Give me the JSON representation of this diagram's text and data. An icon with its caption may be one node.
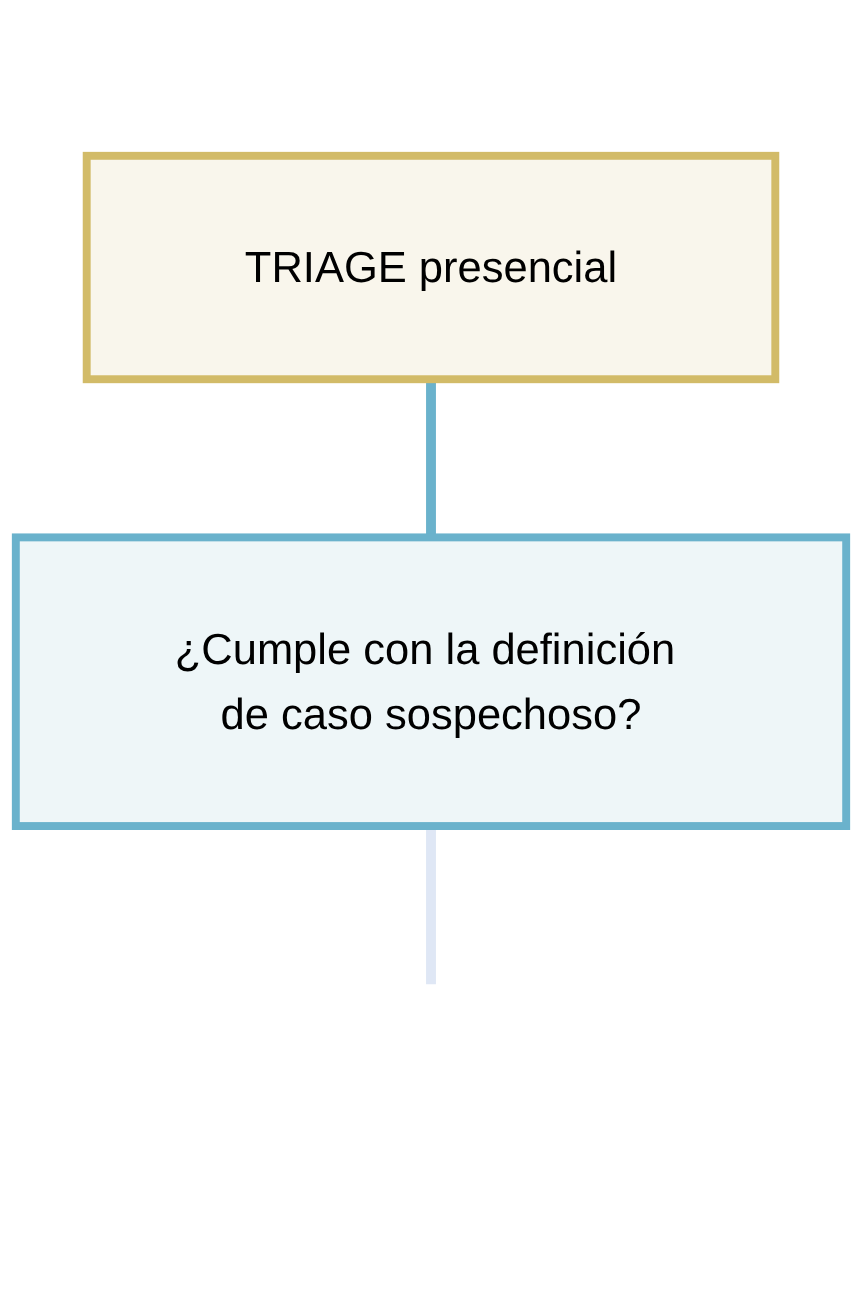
{
  "diagram": {
    "nodes": [
      {
        "text": [
          "TRIAGE presencial"
        ]
      },
      {
        "text": [
          "¿Cumple con la definición de caso sospechoso?"
        ]
      }
    ],
    "edges": [
      {
        "from": 0,
        "to": 1,
        "arrow": "none",
        "color": "#6ab2cc"
      },
      {
        "from": 1,
        "to": null,
        "arrow": "none",
        "color": "#dfe7f5"
      }
    ]
  }
}
